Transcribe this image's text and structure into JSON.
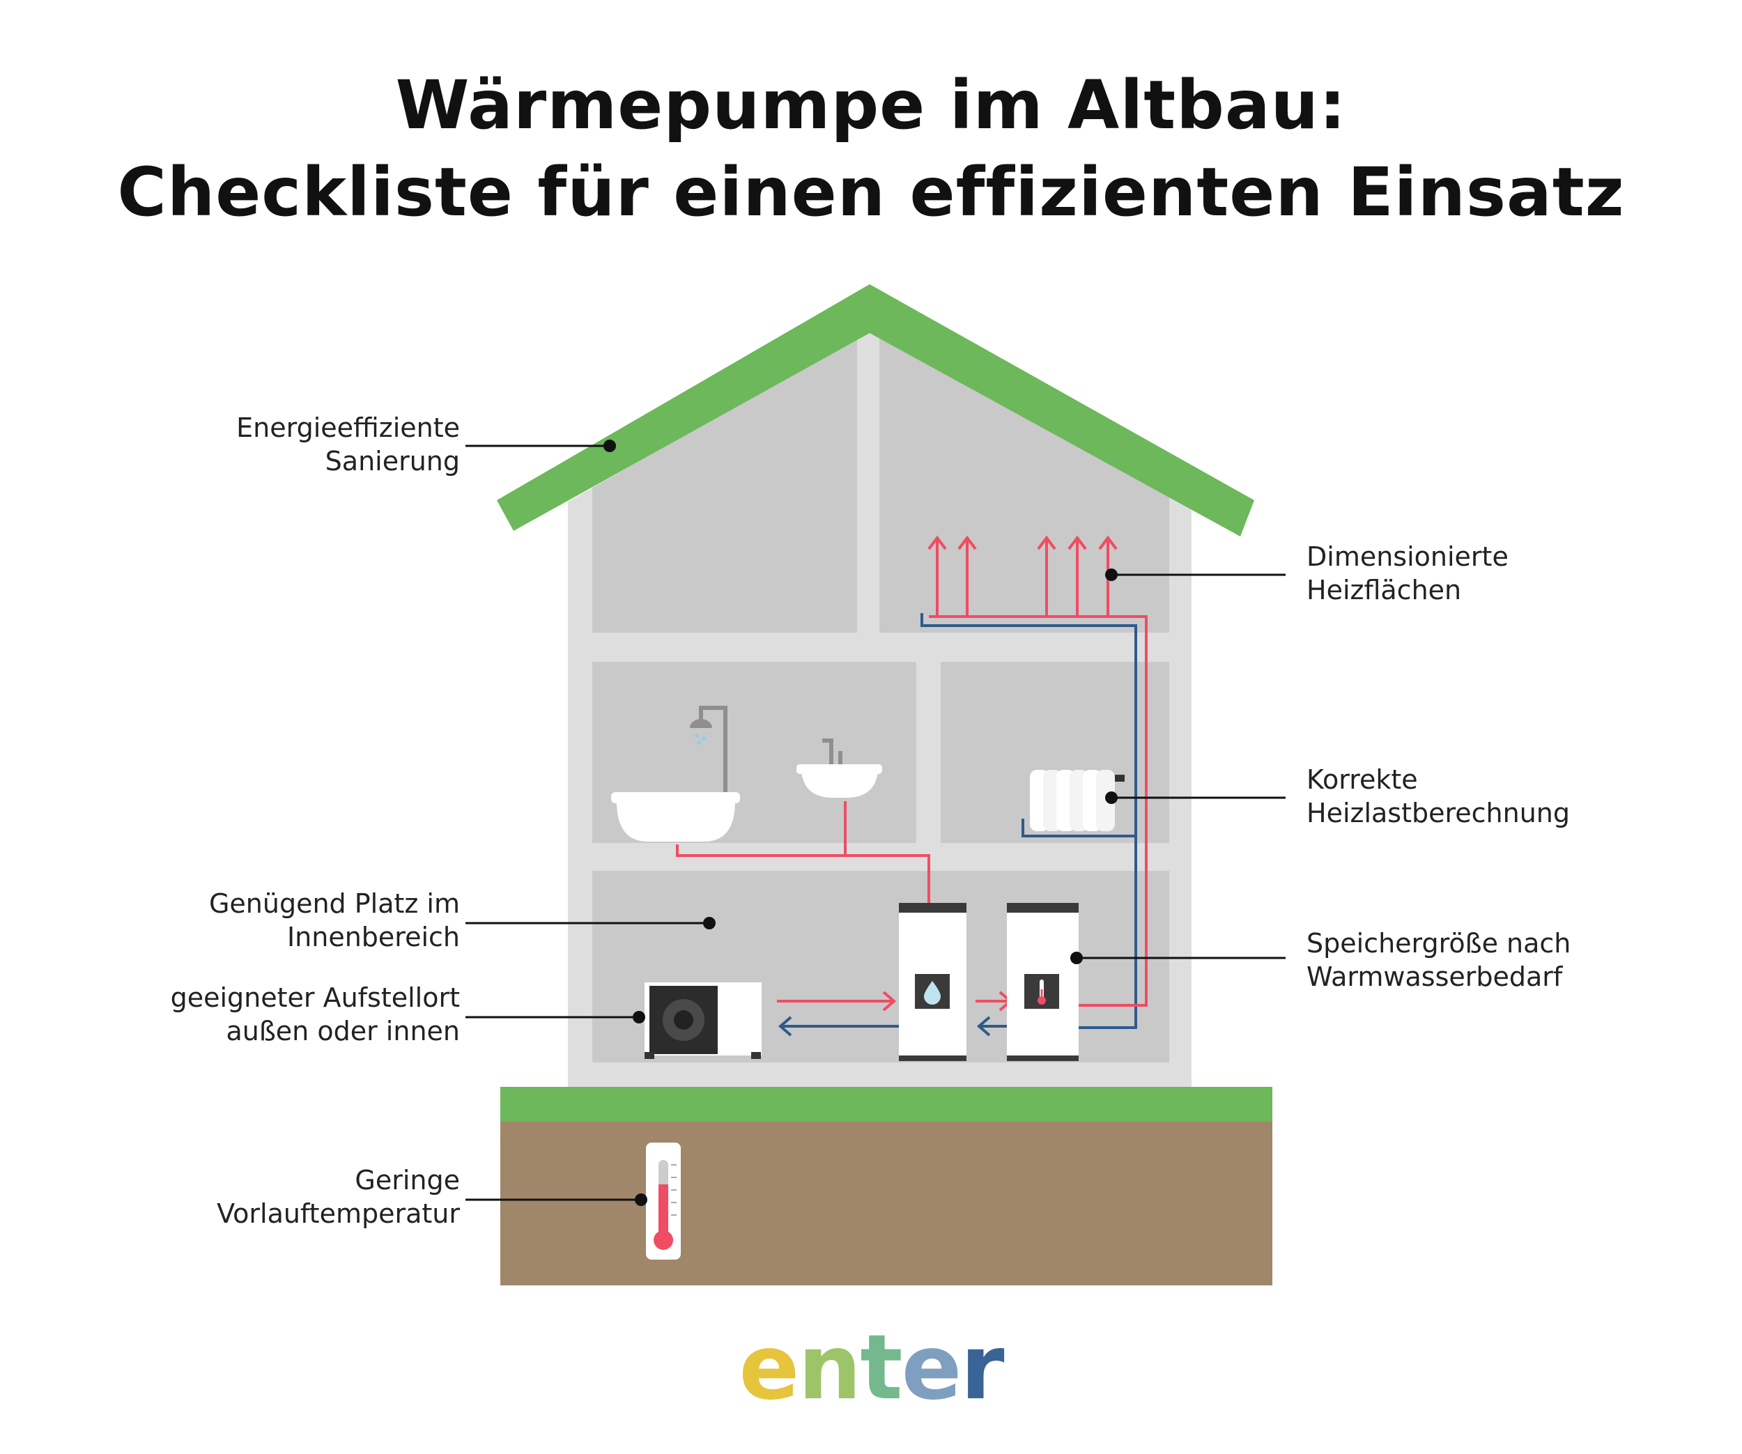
{
  "title": {
    "line1": "Wärmepumpe im Altbau:",
    "line2": "Checkliste für einen effizienten Einsatz"
  },
  "labels": {
    "sanierung": [
      "Energieeffiziente",
      "Sanierung"
    ],
    "heizflaechen": [
      "Dimensionierte",
      "Heizflächen"
    ],
    "heizlast": [
      "Korrekte",
      "Heizlastberechnung"
    ],
    "platz": [
      "Genügend Platz im",
      "Innenbereich"
    ],
    "speicher": [
      "Speichergröße nach",
      "Warmwasserbedarf"
    ],
    "aufstellort": [
      "geeigneter Aufstellort",
      "außen oder innen"
    ],
    "vorlauf": [
      "Geringe",
      "Vorlauftemperatur"
    ]
  },
  "logo": {
    "letters": [
      "e",
      "n",
      "t",
      "e",
      "r"
    ],
    "colors": [
      "#e6c43c",
      "#9ec46a",
      "#74b98e",
      "#7f9fc0",
      "#3a6496"
    ]
  },
  "colors": {
    "roof": "#6cb85a",
    "ground": "#a0876a",
    "wall": "#dedede",
    "room": "#c9c9c9",
    "hot_pipe": "#f04c63",
    "cold_pipe": "#2f5a8c"
  }
}
